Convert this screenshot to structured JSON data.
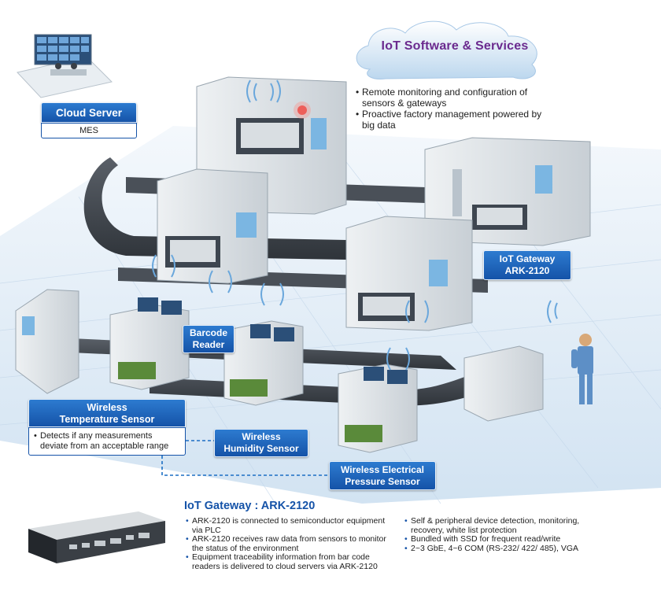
{
  "cloud": {
    "title": "IoT Software & Services",
    "bullets": [
      "Remote monitoring and configuration of sensors & gateways",
      "Proactive factory management powered by big data"
    ]
  },
  "cloud_server": {
    "title": "Cloud Server",
    "sub": "MES"
  },
  "gateway_label": {
    "line1": "IoT Gateway",
    "line2": "ARK-2120"
  },
  "barcode_label": {
    "line1": "Barcode",
    "line2": "Reader"
  },
  "temperature_sensor": {
    "line1": "Wireless",
    "line2": "Temperature Sensor",
    "bullet": "Detects if any measurements deviate from an acceptable range"
  },
  "humidity_sensor": {
    "line1": "Wireless",
    "line2": "Humidity Sensor"
  },
  "pressure_sensor": {
    "line1": "Wireless Electrical",
    "line2": "Pressure Sensor"
  },
  "gateway_info": {
    "title": "IoT Gateway : ARK-2120",
    "left_bullets": [
      "ARK-2120 is connected to semiconductor equipment via PLC",
      "ARK-2120 receives raw data from sensors to monitor the status of the environment",
      "Equipment traceability information from bar code readers is delivered to cloud servers via ARK-2120"
    ],
    "right_bullets": [
      "Self & peripheral device detection, monitoring, recovery, white list protection",
      "Bundled with SSD for frequent read/write",
      "2~3 GbE, 4~6 COM (RS-232/ 422/ 485), VGA"
    ]
  },
  "colors": {
    "label_blue": "#1553a8",
    "cloud_title_purple": "#6b2a8e",
    "machine_gray": "#dfe4e8",
    "conveyor_dark": "#3b4048",
    "floor_blue": "#dce9f5"
  }
}
